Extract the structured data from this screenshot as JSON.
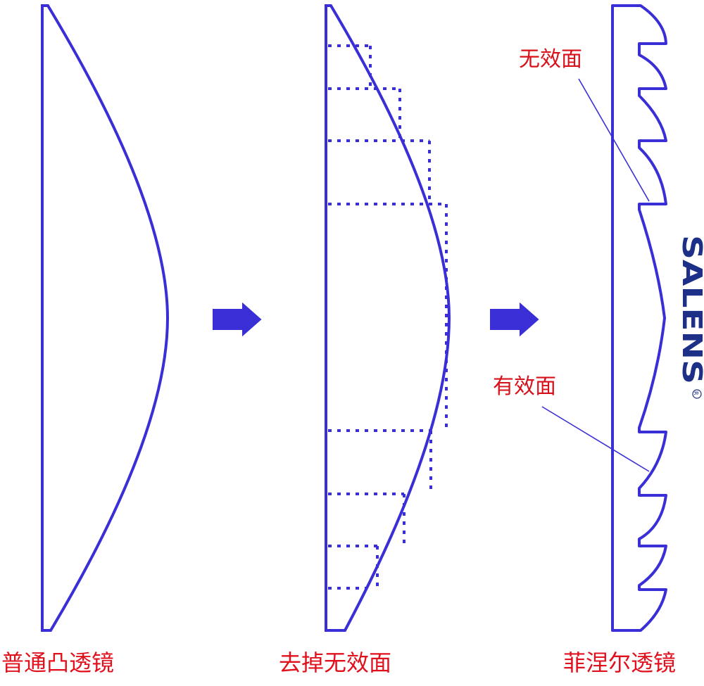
{
  "captions": {
    "ordinary": "普通凸透镜",
    "removed": "去掉无效面",
    "fresnel": "菲涅尔透镜"
  },
  "annotations": {
    "invalid_face": "无效面",
    "valid_face": "有效面"
  },
  "logo": {
    "text": "SALENS",
    "registered": "R"
  },
  "colors": {
    "line": "#3a2fd6",
    "caption": "#e0101c",
    "logo": "#1d2f86",
    "logo_accent": "#e85a12"
  }
}
